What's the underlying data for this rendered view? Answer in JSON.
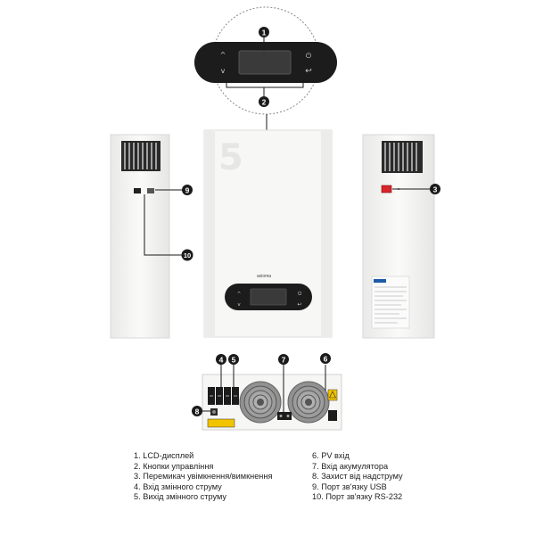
{
  "callouts": [
    "1",
    "2",
    "3",
    "4",
    "5",
    "6",
    "7",
    "8",
    "9",
    "10"
  ],
  "display_buttons": {
    "up": "^",
    "down": "v",
    "enter": "↩",
    "power": "⏻"
  },
  "logo": {
    "text": "axioma"
  },
  "legend": {
    "left": [
      "1. LCD-дисплей",
      "2. Кнопки управління",
      "3. Перемикач увімкнення/вимкнення",
      "4. Вхід змінного струму",
      "5. Вихід змінного струму"
    ],
    "right": [
      "6. PV вхід",
      "7. Вхід акумулятора",
      "8. Захист від надструму",
      "9. Порт зв'язку USB",
      "10. Порт зв'язку RS-232"
    ]
  },
  "colors": {
    "callout": "#1a1a1a",
    "panel": "#1c1c1c",
    "body": "#f6f6f4",
    "switch_red": "#d8262b",
    "warning": "#f2c400"
  }
}
